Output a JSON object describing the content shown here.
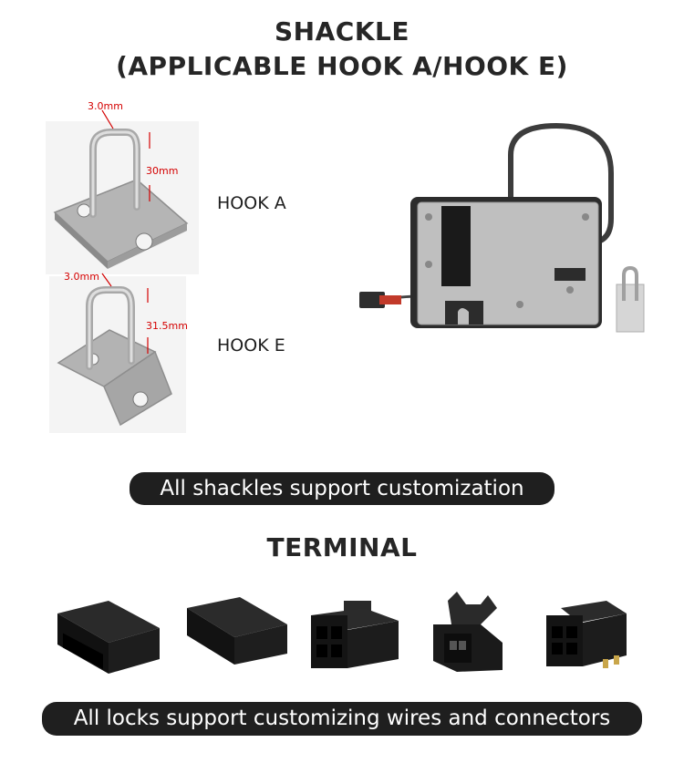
{
  "heading": {
    "line1": "SHACKLE",
    "line2": "(APPLICABLE HOOK A/HOOK E)"
  },
  "hooks": [
    {
      "label": "HOOK A",
      "thickness": "3.0mm",
      "height": "30mm"
    },
    {
      "label": "HOOK E",
      "thickness": "3.0mm",
      "height": "31.5mm"
    }
  ],
  "banner_shackles": "All shackles support customization",
  "terminal_heading": "TERMINAL",
  "banner_locks": "All locks support customizing wires and connectors",
  "colors": {
    "banner_bg": "#1f1f1f",
    "dimension_red": "#d40000",
    "metal": "#b8b8b8"
  }
}
